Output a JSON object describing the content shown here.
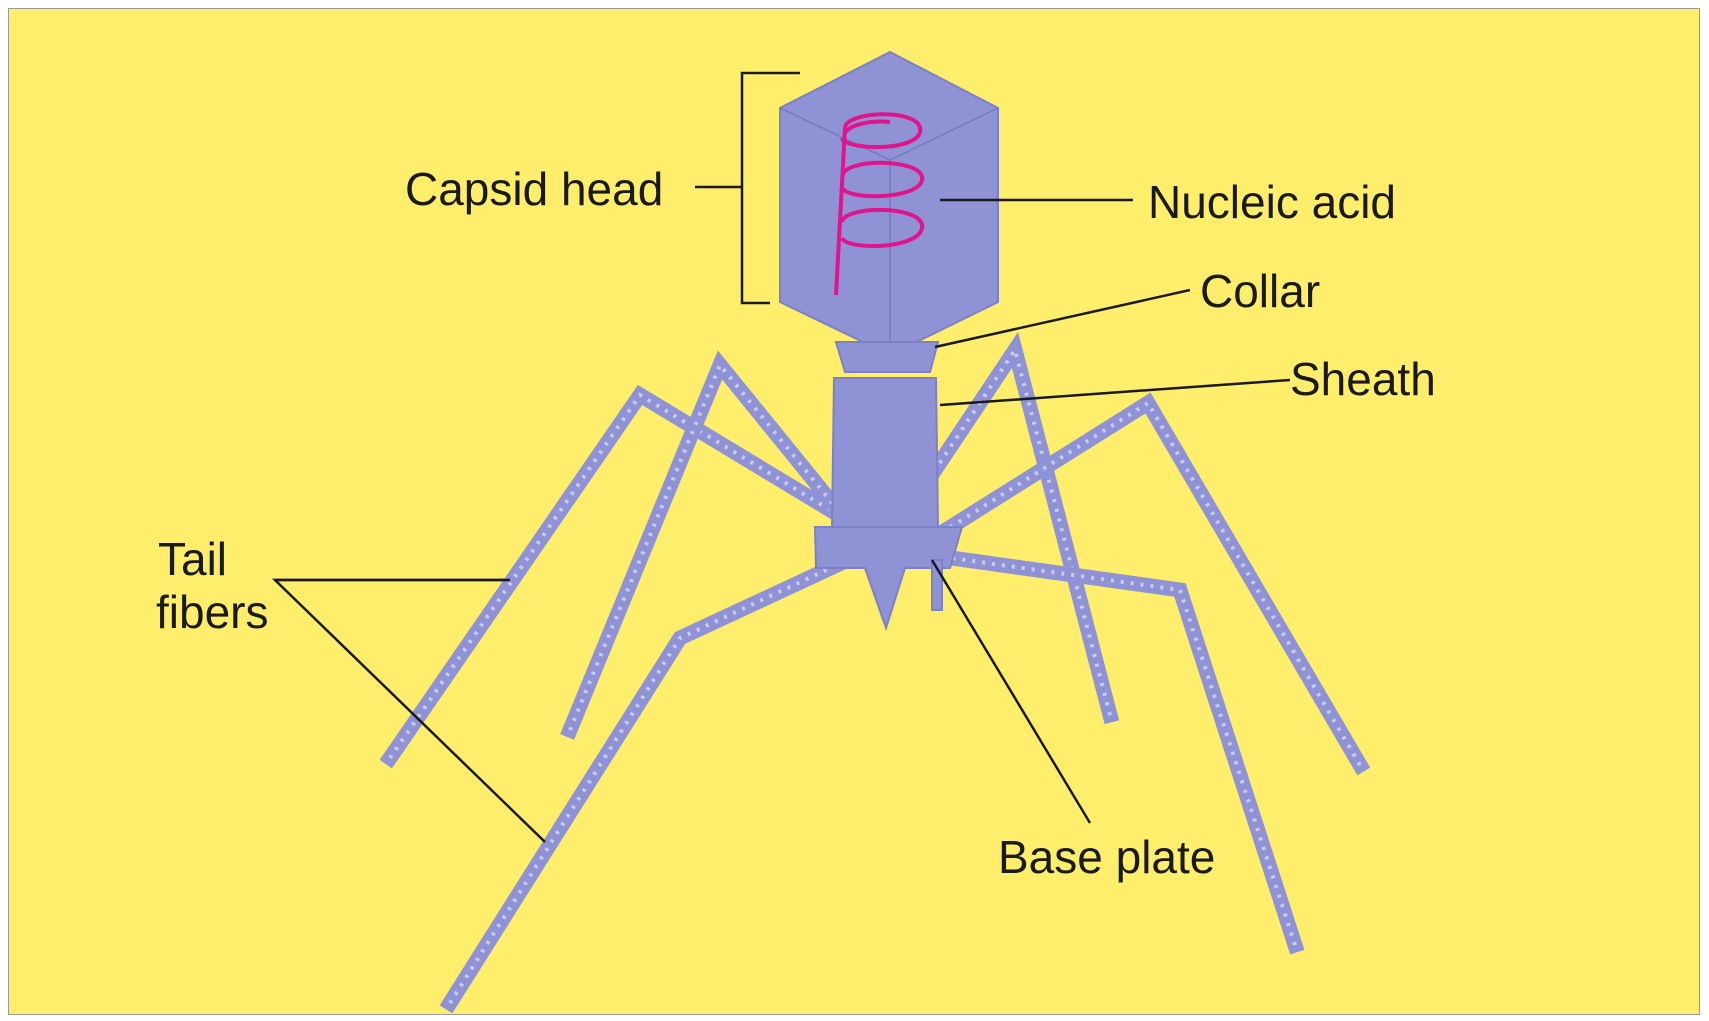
{
  "labels": {
    "capsid_head": "Capsid head",
    "nucleic_acid": "Nucleic acid",
    "collar": "Collar",
    "sheath": "Sheath",
    "tail_fibers_line1": "Tail",
    "tail_fibers_line2": "fibers",
    "base_plate": "Base plate"
  },
  "colors": {
    "background": "#FFEE6B",
    "virus_body": "#8f93d6",
    "nucleic_acid": "#e0158c",
    "text": "#1a1a1a"
  }
}
